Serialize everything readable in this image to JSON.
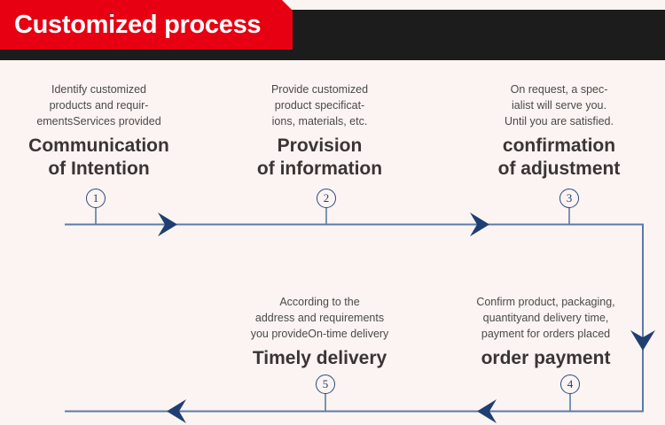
{
  "header": {
    "title": "Customized process",
    "band_color": "#1c1c1c",
    "tag_color": "#e60012",
    "title_color": "#ffffff"
  },
  "theme": {
    "background": "#fbf4f2",
    "line_color": "#5b7ba8",
    "arrow_color": "#1f3f73",
    "badge_border": "#2a4a7c",
    "badge_text": "#1f3f73",
    "desc_text": "#4a4a4a",
    "title_text": "#3a3534"
  },
  "steps": [
    {
      "number": "1",
      "description": "Identify customized\nproducts and requir-\nementsServices provided",
      "title": "Communication\nof Intention"
    },
    {
      "number": "2",
      "description": "Provide customized\nproduct specificat-\nions, materials, etc.",
      "title": "Provision\nof information"
    },
    {
      "number": "3",
      "description": "On request, a spec-\nialist will serve you.\nUntil you are satisfied.",
      "title": "confirmation\nof adjustment"
    },
    {
      "number": "4",
      "description": "Confirm product, packaging,\nquantityand delivery time,\npayment for orders placed",
      "title": "order payment"
    },
    {
      "number": "5",
      "description": "According to the\naddress and requirements\nyou provideOn-time delivery",
      "title": "Timely delivery"
    }
  ]
}
